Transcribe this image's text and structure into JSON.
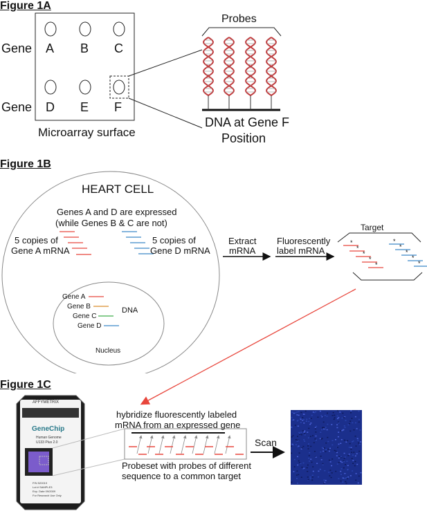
{
  "fig1a": {
    "title": "Figure 1A",
    "gene_row_label": "Gene",
    "letters_top": [
      "A",
      "B",
      "C"
    ],
    "letters_bottom": [
      "D",
      "E",
      "F"
    ],
    "surface_caption": "Microarray surface",
    "probes_label": "Probes",
    "dna_caption_line1": "DNA at Gene F",
    "dna_caption_line2": "Position"
  },
  "fig1b": {
    "title": "Figure 1B",
    "cell_title": "HEART CELL",
    "expressed_line1": "Genes A and D are expressed",
    "expressed_line2": "(while Genes B & C are not)",
    "geneA_copies_line1": "5 copies of",
    "geneA_copies_line2": "Gene A mRNA",
    "geneD_copies_line1": "5 copies of",
    "geneD_copies_line2": "Gene D mRNA",
    "nucleus_genes": [
      "Gene A",
      "Gene B",
      "Gene C",
      "Gene D"
    ],
    "dna_label": "DNA",
    "nucleus_label": "Nucleus",
    "step1_line1": "Extract",
    "step1_line2": "mRNA",
    "step2_line1": "Fluorescently",
    "step2_line2": "label mRNA",
    "target_label": "Target",
    "star": "*"
  },
  "fig1c": {
    "title": "Figure 1C",
    "chip_brand": "AFFYMETRIX",
    "chip_name": "GeneChip",
    "chip_line1": "Human Genome",
    "chip_line2": "U133 Plus 2.0",
    "chip_info": [
      "P/N 520019",
      "Lot # SAMPLE3",
      "Exp. Date 09/2009",
      "For Research Use Only"
    ],
    "hybridize_line1": "hybridize fluorescently labeled",
    "hybridize_line2": "mRNA from an expressed gene",
    "probeset_line1": "Probeset with probes of different",
    "probeset_line2": "sequence to a common target",
    "scan_label": "Scan"
  },
  "colors": {
    "red": "#e8463c",
    "blue": "#3a86c8",
    "orange": "#d98c2a",
    "green": "#3fae4a",
    "dna_red": "#c0393b",
    "scan_blue": "#1b2f8c"
  }
}
